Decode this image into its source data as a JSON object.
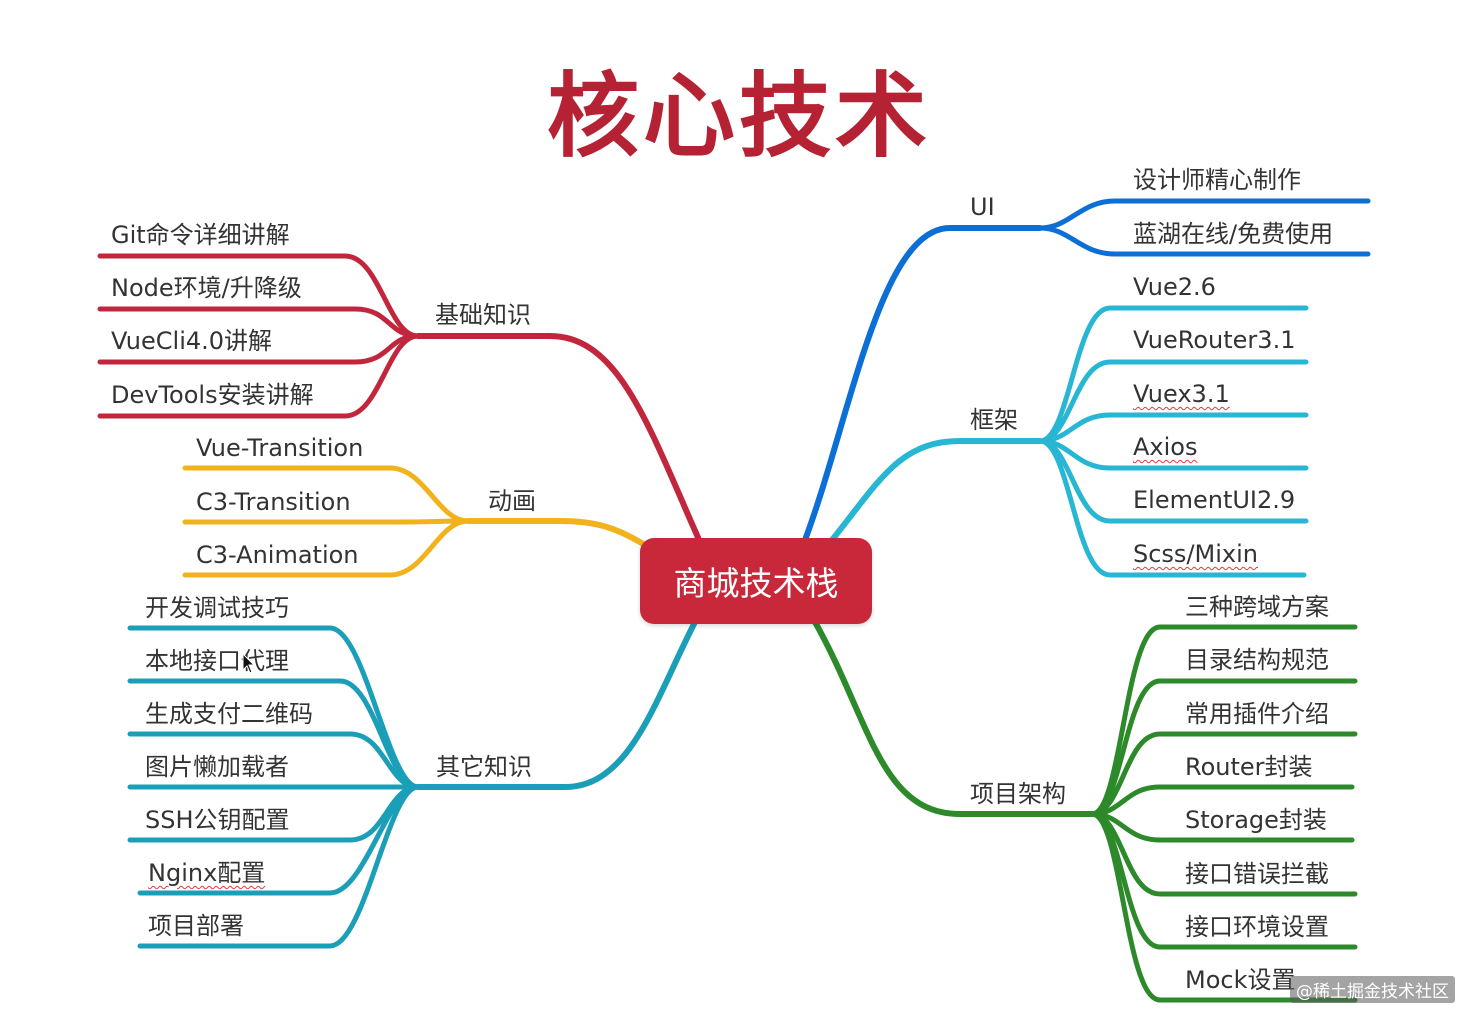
{
  "title": "核心技术",
  "center": "商城技术栈",
  "watermark": "@稀土掘金技术社区",
  "colors": {
    "title": "#b52233",
    "center": "#c8283a",
    "basics": "#c2263c",
    "animation": "#f2b21b",
    "other": "#1b9fb9",
    "ui": "#0b6fd6",
    "framework": "#27b6d3",
    "architecture": "#2d8a2a"
  },
  "branches": {
    "basics": {
      "label": "基础知识",
      "children": [
        "Git命令详细讲解",
        "Node环境/升降级",
        "VueCli4.0讲解",
        "DevTools安装讲解"
      ]
    },
    "animation": {
      "label": "动画",
      "children": [
        "Vue-Transition",
        "C3-Transition",
        "C3-Animation"
      ]
    },
    "other": {
      "label": "其它知识",
      "children": [
        "开发调试技巧",
        "本地接口代理",
        "生成支付二维码",
        "图片懒加载者",
        "SSH公钥配置",
        "Nginx配置",
        "项目部署"
      ]
    },
    "ui": {
      "label": "UI",
      "children": [
        "设计师精心制作",
        "蓝湖在线/免费使用"
      ]
    },
    "framework": {
      "label": "框架",
      "children": [
        "Vue2.6",
        "VueRouter3.1",
        "Vuex3.1",
        "Axios",
        "ElementUI2.9",
        "Scss/Mixin"
      ]
    },
    "architecture": {
      "label": "项目架构",
      "children": [
        "三种跨域方案",
        "目录结构规范",
        "常用插件介绍",
        "Router封装",
        "Storage封装",
        "接口错误拦截",
        "接口环境设置",
        "Mock设置"
      ]
    }
  }
}
